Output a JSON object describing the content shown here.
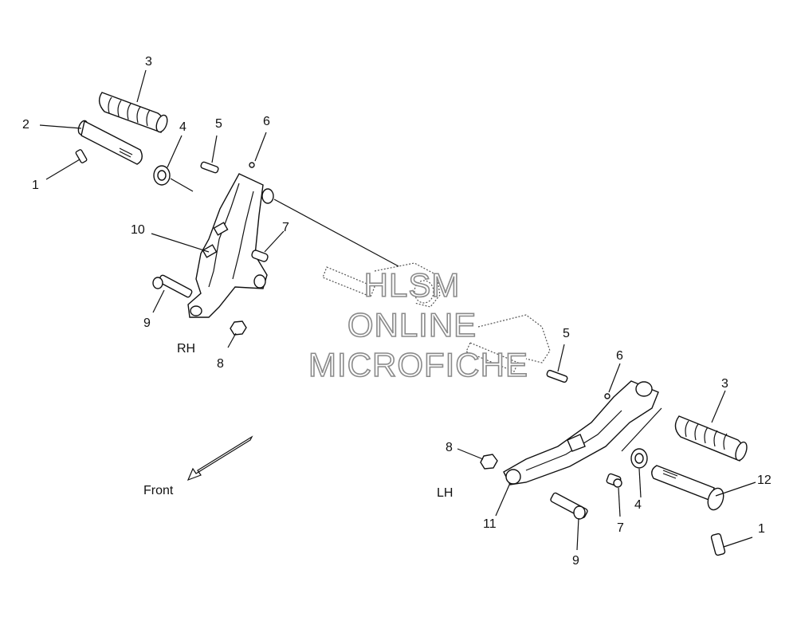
{
  "callouts": {
    "rh_1": "1",
    "rh_2": "2",
    "rh_3": "3",
    "rh_4": "4",
    "rh_5": "5",
    "rh_6": "6",
    "rh_7": "7",
    "rh_8": "8",
    "rh_9": "9",
    "rh_10": "10",
    "lh_1": "1",
    "lh_3": "3",
    "lh_4": "4",
    "lh_5": "5",
    "lh_6": "6",
    "lh_7": "7",
    "lh_8": "8",
    "lh_9": "9",
    "lh_11": "11",
    "lh_12": "12"
  },
  "side_labels": {
    "rh": "RH",
    "lh": "LH"
  },
  "direction": {
    "front": "Front"
  },
  "watermark": {
    "line1": "HLSM",
    "line2": "ONLINE",
    "line3": "MICROFICHE"
  },
  "colors": {
    "line": "#111111",
    "watermark_outline": "#8a8a8a",
    "background": "#ffffff"
  }
}
